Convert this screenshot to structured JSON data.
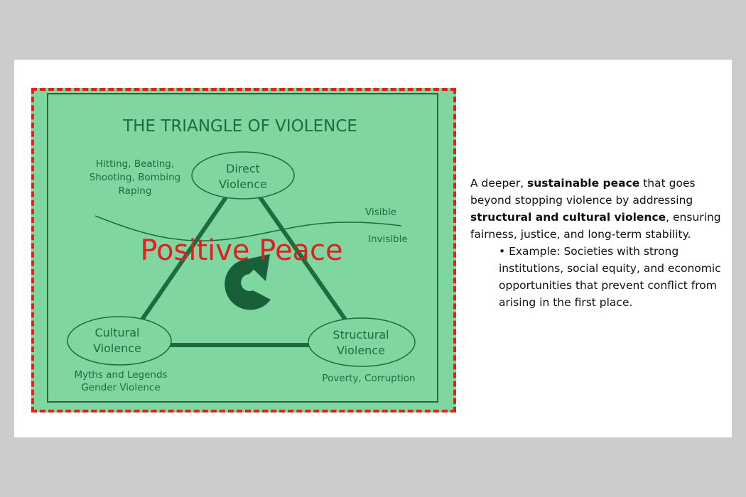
{
  "diagram": {
    "title": "THE TRIANGLE OF VIOLENCE",
    "nodes": {
      "direct": {
        "line1": "Direct",
        "line2": "Violence"
      },
      "cultural": {
        "line1": "Cultural",
        "line2": "Violence"
      },
      "structural": {
        "line1": "Structural",
        "line2": "Violence"
      }
    },
    "examples": {
      "direct": [
        "Hitting, Beating,",
        "Shooting, Bombing",
        "Raping"
      ],
      "cultural": [
        "Myths and Legends",
        "Gender Violence"
      ],
      "structural": [
        "Poverty, Corruption"
      ]
    },
    "visible_label": "Visible",
    "invisible_label": "Invisible",
    "center_label": "Positive Peace",
    "colors": {
      "background": "#7fd6a0",
      "dark_green": "#1f6b3e",
      "arrow": "#17603a",
      "dashed_border": "#dd2222",
      "center_text": "#e02020"
    },
    "center_icon": "circular-arrow-icon"
  },
  "text": {
    "intro_1": "A deeper, ",
    "intro_bold_1": "sustainable peace",
    "intro_2": " that goes beyond stopping violence by addressing ",
    "intro_bold_2": "structural and cultural violence",
    "intro_3": ", ensuring fairness, justice, and long-term stability.",
    "example": "• Example: Societies with strong institutions, social equity, and economic opportunities that prevent conflict from arising in the first place."
  }
}
